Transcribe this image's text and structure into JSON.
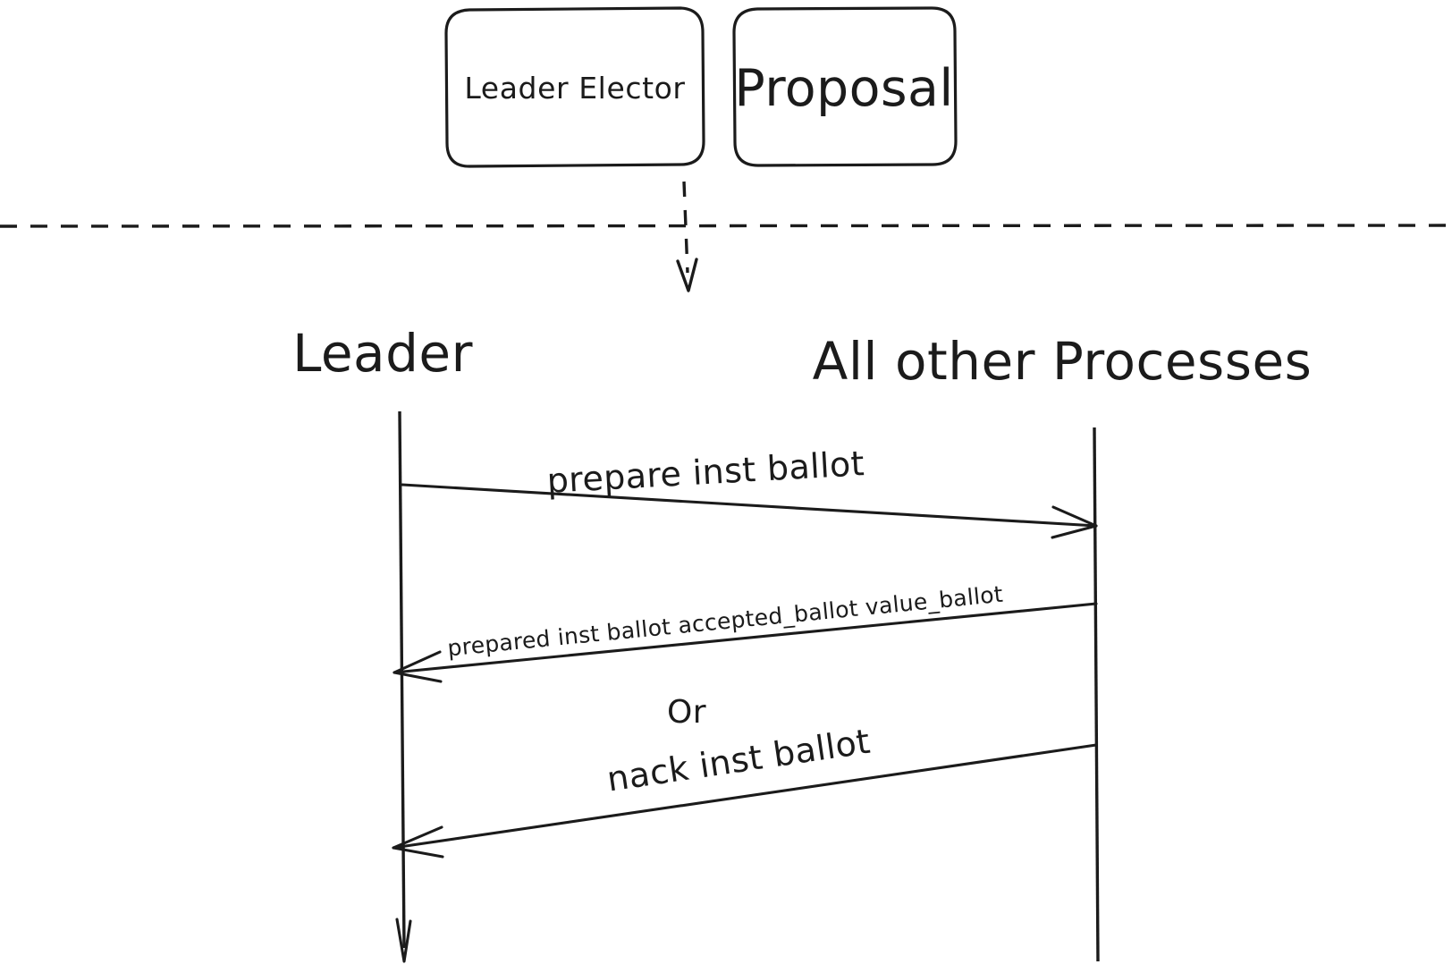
{
  "diagram": {
    "type": "sequence-diagram",
    "background_color": "#ffffff",
    "ink_color": "#1b1b1b",
    "top_boxes": [
      {
        "label": "Leader Elector",
        "style": "rounded-rect",
        "text_size": "small"
      },
      {
        "label": "Proposal",
        "style": "rounded-rect",
        "text_size": "large"
      }
    ],
    "separator": {
      "kind": "horizontal-dashed-line",
      "down_arrow": true
    },
    "actors": [
      {
        "label": "Leader",
        "side": "left"
      },
      {
        "label": "All other Processes",
        "side": "right"
      }
    ],
    "messages": [
      {
        "label": "prepare inst ballot",
        "direction": "left-to-right",
        "size": "large"
      },
      {
        "label": "prepared inst ballot accepted_ballot value_ballot",
        "direction": "right-to-left",
        "size": "small"
      },
      {
        "label": "Or",
        "direction": "none",
        "size": "medium"
      },
      {
        "label": "nack inst ballot",
        "direction": "right-to-left",
        "size": "large"
      }
    ]
  }
}
